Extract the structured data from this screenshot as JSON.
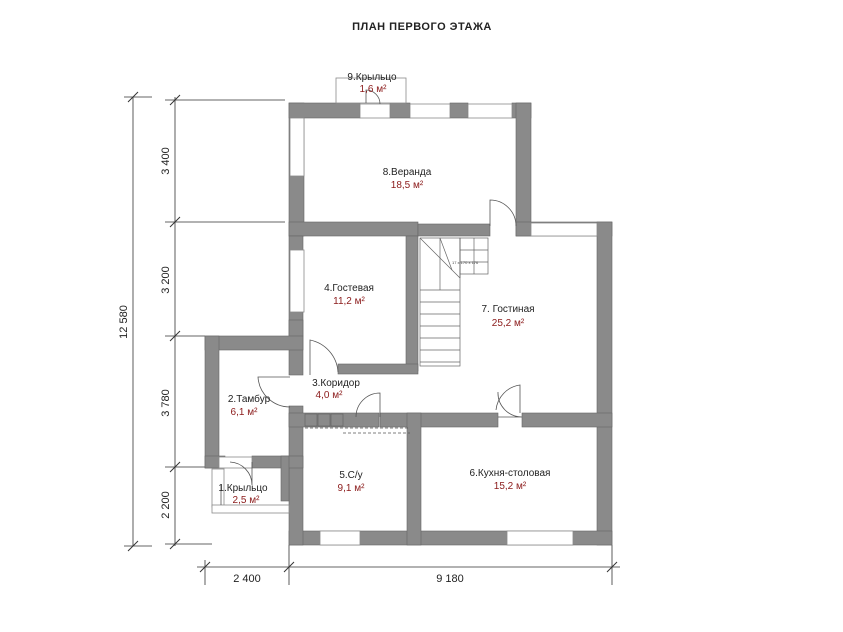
{
  "title": "ПЛАН ПЕРВОГО ЭТАЖА",
  "stair_label": "17 x 170 x 176",
  "rooms": [
    {
      "name": "9.Крыльцо",
      "area": "1,6 м²"
    },
    {
      "name": "8.Веранда",
      "area": "18,5 м²"
    },
    {
      "name": "4.Гостевая",
      "area": "11,2 м²"
    },
    {
      "name": "7. Гостиная",
      "area": "25,2 м²"
    },
    {
      "name": "3.Коридор",
      "area": "4,0 м²"
    },
    {
      "name": "2.Тамбур",
      "area": "6,1 м²"
    },
    {
      "name": "5.С/у",
      "area": "9,1 м²"
    },
    {
      "name": "6.Кухня-столовая",
      "area": "15,2 м²"
    },
    {
      "name": "1.Крыльцо",
      "area": "2,5 м²"
    }
  ],
  "dimensions": {
    "total_height": "12 580",
    "heights": [
      "3 400",
      "3 200",
      "3 780",
      "2 200"
    ],
    "widths": [
      "2 400",
      "9 180"
    ]
  }
}
